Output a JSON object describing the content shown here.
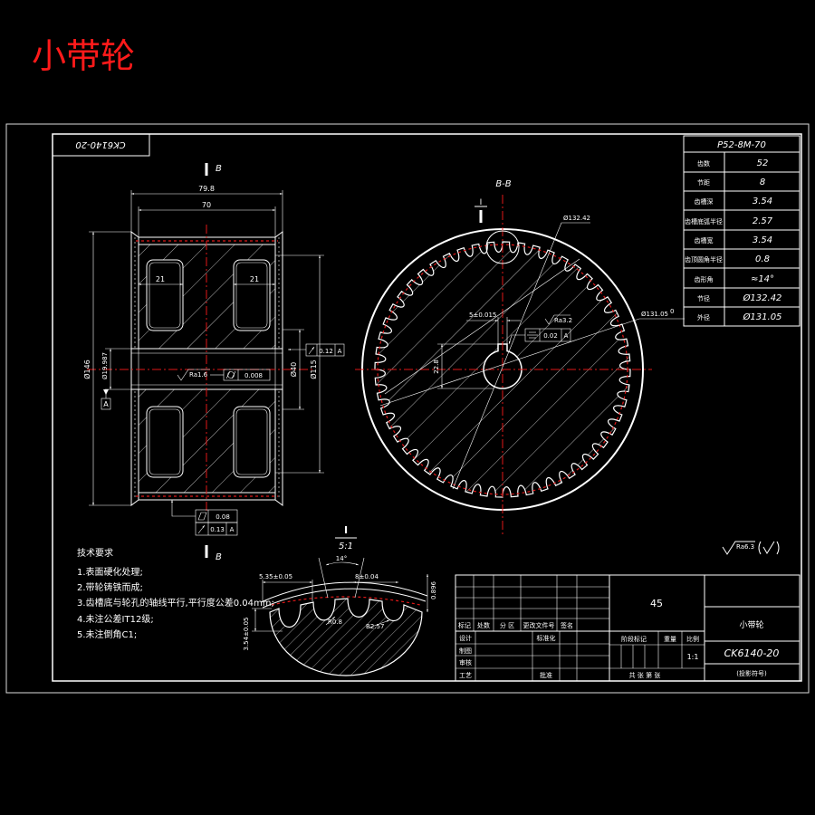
{
  "title": "小带轮",
  "corner_code": "CK6140-20",
  "colors": {
    "background": "#000000",
    "line": "#ffffff",
    "centerline": "#e01818",
    "title": "#ff1a1a"
  },
  "param_table": {
    "header": "P52-8M-70",
    "rows": [
      {
        "label": "齿数",
        "value": "52"
      },
      {
        "label": "节距",
        "value": "8"
      },
      {
        "label": "齿槽深",
        "value": "3.54"
      },
      {
        "label": "齿槽底弧半径",
        "value": "2.57"
      },
      {
        "label": "齿槽宽",
        "value": "3.54"
      },
      {
        "label": "齿顶圆角半径",
        "value": "0.8"
      },
      {
        "label": "齿形角",
        "value": "≈14°"
      },
      {
        "label": "节径",
        "value": "Ø132.42"
      },
      {
        "label": "外径",
        "value": "Ø131.05"
      }
    ]
  },
  "front_view": {
    "section_mark_top": "B",
    "section_mark_bottom": "B",
    "dim_overall_width": "79.8",
    "dim_body_width": "70",
    "dim_web_left": "21",
    "dim_web_right": "21",
    "dim_outer_dia": "Ø146",
    "dim_bore_dia": "Ø19.987",
    "dim_hub_dia": "Ø40",
    "dim_web_dia": "Ø115",
    "datum": "A",
    "roughness_bore": "Ra1.6",
    "fcf_cylindricity": "0.008",
    "fcf_runout_right": {
      "value": "0.12",
      "datum": "A"
    },
    "fcf_bottom_flatness": "0.08",
    "fcf_bottom_runout": {
      "value": "0.13",
      "datum": "A"
    }
  },
  "section_view": {
    "label": "B-B",
    "detail_mark": "I",
    "dim_pitch_dia": "Ø132.42",
    "dim_outer_dia": "Ø131.05",
    "dim_outer_tol": "0",
    "dim_key_width": "5±0.015",
    "roughness_key": "Ra3.2",
    "fcf_symmetry": {
      "value": "0.02",
      "datum": "A"
    },
    "dim_key_depth": "22.8"
  },
  "detail_view": {
    "label": "I",
    "scale": "5:1",
    "dim_groove_width": "5.35±0.05",
    "dim_angle": "14°",
    "dim_pitch": "8±0.04",
    "dim_tip_radius": "R0.8",
    "dim_groove_radius": "R2.57",
    "dim_right": "0.896",
    "dim_depth": "3.54±0.05"
  },
  "tech_requirements": {
    "heading": "技术要求",
    "items": [
      "1.表面硬化处理;",
      "2.带轮铸铁而成;",
      "3.齿槽底与轮孔的轴线平行,平行度公差0.04mm;",
      "4.未注公差IT12级;",
      "5.未注倒角C1;"
    ]
  },
  "surface_finish": {
    "roughness": "Ra6.3"
  },
  "title_block": {
    "material": "45",
    "part_name": "小带轮",
    "drawing_no": "CK6140-20",
    "code_note": "(投影符号)",
    "rev_headers": [
      "标记",
      "处数",
      "分 区",
      "更改文件号",
      "签名"
    ],
    "design": "设计",
    "standardization": "标准化",
    "drafting": "制图",
    "review": "审核",
    "process": "工艺",
    "approve": "批准",
    "stage_mark": "阶段标记",
    "weight": "重量",
    "scale_label": "比例",
    "scale": "1:1",
    "sheets": "共  张  第  张"
  }
}
